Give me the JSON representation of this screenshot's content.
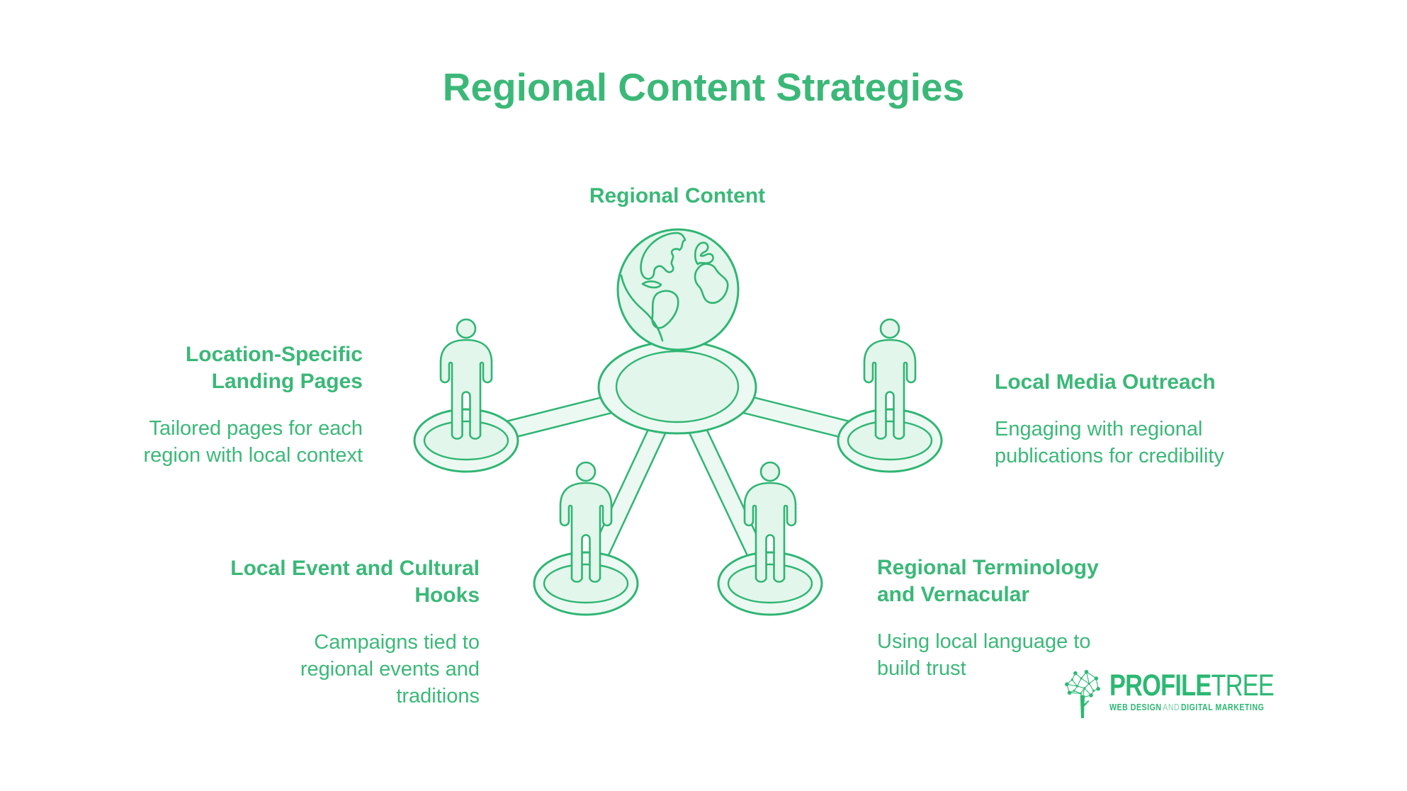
{
  "title": "Regional Content Strategies",
  "center": {
    "label": "Regional Content",
    "icon": "globe-icon"
  },
  "sections": [
    {
      "id": "location-specific-landing-pages",
      "title_lines": [
        "Location-Specific",
        "Landing Pages"
      ],
      "desc_lines": [
        "Tailored pages for each",
        "region with local context"
      ]
    },
    {
      "id": "local-media-outreach",
      "title_lines": [
        "Local Media Outreach"
      ],
      "desc_lines": [
        "Engaging with regional",
        "publications for credibility"
      ]
    },
    {
      "id": "local-event-and-cultural-hooks",
      "title_lines": [
        "Local Event and Cultural",
        "Hooks"
      ],
      "desc_lines": [
        "Campaigns tied to",
        "regional events and",
        "traditions"
      ]
    },
    {
      "id": "regional-terminology-and-vernacular",
      "title_lines": [
        "Regional Terminology",
        "and Vernacular"
      ],
      "desc_lines": [
        "Using local language to",
        "build trust"
      ]
    }
  ],
  "logo": {
    "brand_bold": "PROFILE",
    "brand_light": "TREE",
    "tagline_bold1": "WEB DESIGN",
    "tagline_light": "AND",
    "tagline_bold2": "DIGITAL MARKETING",
    "icon": "network-tree-icon"
  },
  "colors": {
    "background": "#ffffff",
    "accent_text": "#3bb878",
    "shape_outline": "#2fb573",
    "shape_fill_soft": "#e2f6eb",
    "shape_fill_ring": "#ecf9f2",
    "logo_green": "#2db873",
    "logo_light_green": "#7fd0a8"
  }
}
